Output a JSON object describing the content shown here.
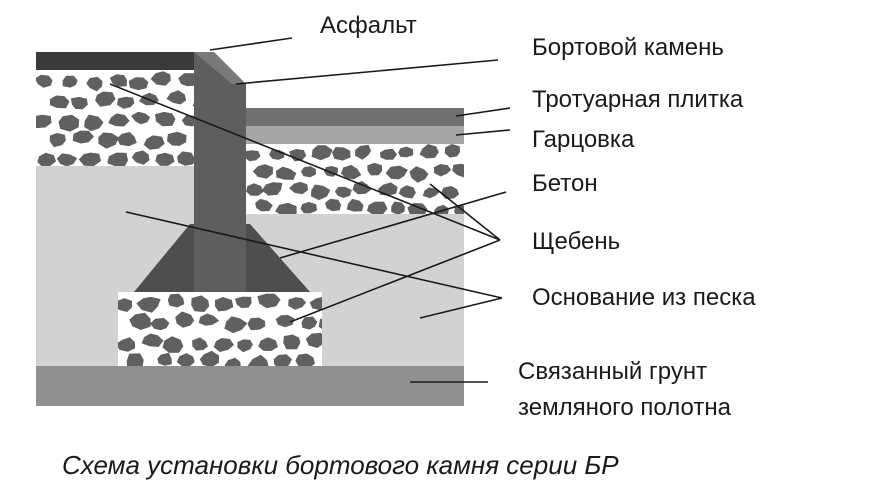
{
  "labels": {
    "asphalt": "Асфальт",
    "curb_stone": "Бортовой камень",
    "paving_tile": "Тротуарная плитка",
    "gartsovka": "Гарцовка",
    "concrete": "Бетон",
    "crushed_stone": "Щебень",
    "sand_base": "Основание из песка",
    "soil_line1": "Связанный грунт",
    "soil_line2": "земляного полотна"
  },
  "caption": "Схема установки бортового камня серии БР",
  "colors": {
    "asphalt": "#3a3a3a",
    "curb": "#5e5e5e",
    "curb_top": "#8c8c8c",
    "concrete": "#4e4e4e",
    "paving_tile": "#707070",
    "gartsovka": "#a6a6a6",
    "sand": "#d2d2d2",
    "gravel_fill": "#ffffff",
    "gravel_stone": "#606060",
    "soil": "#909090",
    "leader": "#1a1a1a"
  }
}
